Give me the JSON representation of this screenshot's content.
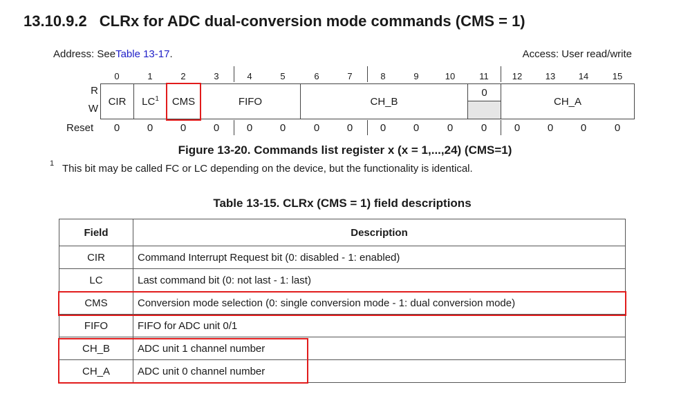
{
  "heading": {
    "number": "13.10.9.2",
    "title": "CLRx for ADC dual-conversion mode commands (CMS = 1)"
  },
  "address": {
    "label": "Address: See",
    "link": "Table 13-17",
    "suffix": "."
  },
  "access": "Access: User read/write",
  "register": {
    "bit_numbers": [
      "0",
      "1",
      "2",
      "3",
      "4",
      "5",
      "6",
      "7",
      "8",
      "9",
      "10",
      "11",
      "12",
      "13",
      "14",
      "15"
    ],
    "row_read": "R",
    "row_write": "W",
    "fields": {
      "cir": "CIR",
      "lc": "LC",
      "lc_footnote_mark": "1",
      "cms": "CMS",
      "fifo": "FIFO",
      "ch_b": "CH_B",
      "bit11_read": "0",
      "ch_a": "CH_A"
    },
    "reset_label": "Reset",
    "reset_values": [
      "0",
      "0",
      "0",
      "0",
      "0",
      "0",
      "0",
      "0",
      "0",
      "0",
      "0",
      "0",
      "0",
      "0",
      "0",
      "0"
    ]
  },
  "figure_caption": "Figure 13-20. Commands list register x (x = 1,...,24) (CMS=1)",
  "footnote": {
    "mark": "1",
    "text": "This bit may be called FC or LC depending on the device, but the functionality is identical."
  },
  "table_caption": "Table 13-15. CLRx (CMS = 1) field descriptions",
  "table": {
    "headers": {
      "field": "Field",
      "description": "Description"
    },
    "rows": [
      {
        "field": "CIR",
        "description": "Command Interrupt Request bit (0: disabled - 1: enabled)"
      },
      {
        "field": "LC",
        "description": "Last command bit (0: not last - 1: last)"
      },
      {
        "field": "CMS",
        "description": "Conversion mode selection (0: single conversion mode - 1: dual conversion mode)"
      },
      {
        "field": "FIFO",
        "description": "FIFO for ADC unit 0/1"
      },
      {
        "field": "CH_B",
        "description": "ADC unit 1 channel number"
      },
      {
        "field": "CH_A",
        "description": "ADC unit 0 channel number"
      }
    ]
  },
  "highlight_color": "#e11b1b"
}
